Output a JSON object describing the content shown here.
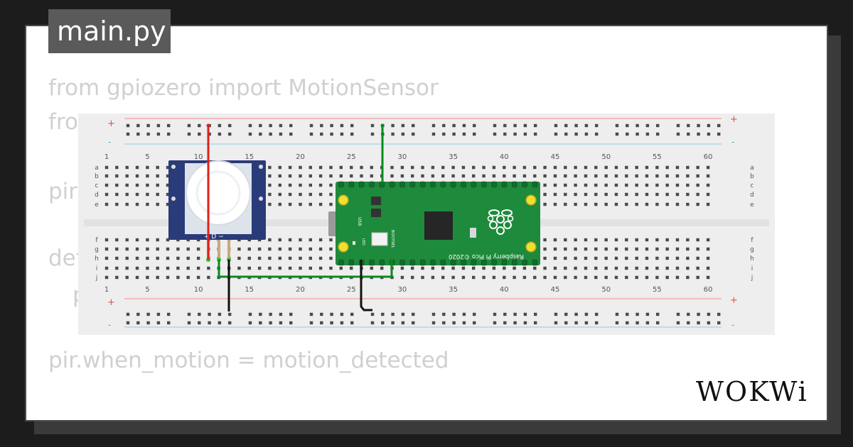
{
  "header": {
    "filename": "main.py"
  },
  "code": {
    "lines": [
      "from gpiozero import MotionSensor",
      "from",
      "pir",
      "def",
      "p",
      "pir.when_motion = motion_detected"
    ]
  },
  "breadboard": {
    "plus_sign": "+",
    "minus_sign": "-",
    "column_labels": [
      "1",
      "5",
      "10",
      "15",
      "20",
      "25",
      "30",
      "35",
      "40",
      "45",
      "50",
      "55",
      "60"
    ],
    "row_labels_top": [
      "a",
      "b",
      "c",
      "d",
      "e"
    ],
    "row_labels_bottom": [
      "f",
      "g",
      "h",
      "i",
      "j"
    ]
  },
  "pir_sensor": {
    "pin_labels": "+ D −"
  },
  "pico": {
    "title": "Raspberry Pi Pico ©2020",
    "usb_label": "USB",
    "bootsel_label": "BOOTSEL",
    "led_label": "LED"
  },
  "brand": {
    "logo_text": "WOKWi"
  },
  "colors": {
    "background": "#1c1c1c",
    "card": "#ffffff",
    "breadboard": "#eeeeee",
    "pico_green": "#1e8a3c",
    "wire_red": "#e0201c",
    "wire_green": "#0a8a1e",
    "wire_black": "#111111",
    "pir_frame": "#2a3b7a"
  }
}
